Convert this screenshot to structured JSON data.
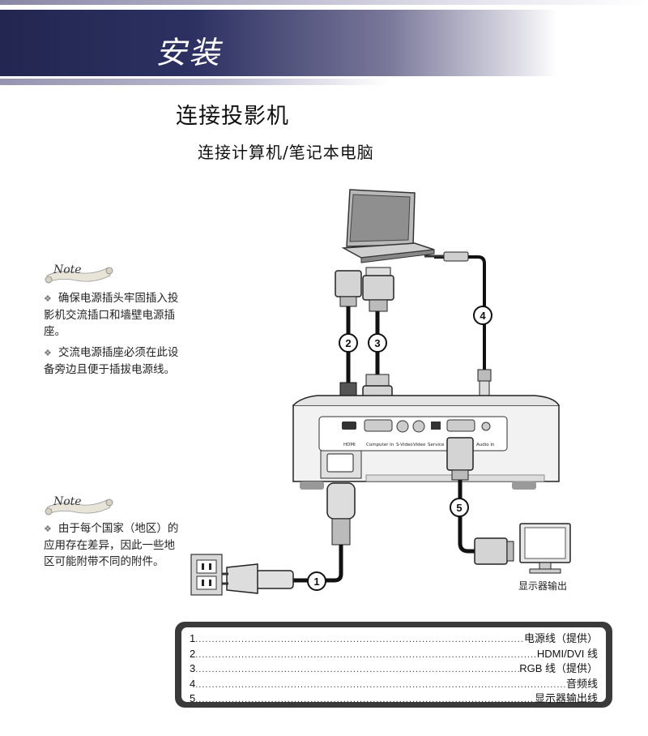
{
  "header": {
    "section_title": "安装"
  },
  "page": {
    "heading": "连接投影机",
    "subheading": "连接计算机/笔记本电脑"
  },
  "notes": [
    {
      "badge": "Note",
      "items": [
        "确保电源插头牢固插入投影机交流插口和墙壁电源插座。",
        "交流电源插座必须在此设备旁边且便于插拔电源线。"
      ]
    },
    {
      "badge": "Note",
      "items": [
        "由于每个国家（地区）的应用存在差异，因此一些地区可能附带不同的附件。"
      ]
    }
  ],
  "diagram": {
    "port_labels": [
      "HDMI",
      "Computer In",
      "S-Video",
      "Video",
      "Service",
      "Audio In"
    ],
    "callouts": [
      "1",
      "2",
      "3",
      "4",
      "5"
    ],
    "monitor_label": "显示器输出"
  },
  "legend": [
    {
      "num": "1",
      "label": "电源线（提供）"
    },
    {
      "num": "2",
      "label": "HDMI/DVI 线"
    },
    {
      "num": "3",
      "label": "RGB 线（提供）"
    },
    {
      "num": "4",
      "label": "音频线"
    },
    {
      "num": "5",
      "label": "显示器输出线"
    }
  ]
}
